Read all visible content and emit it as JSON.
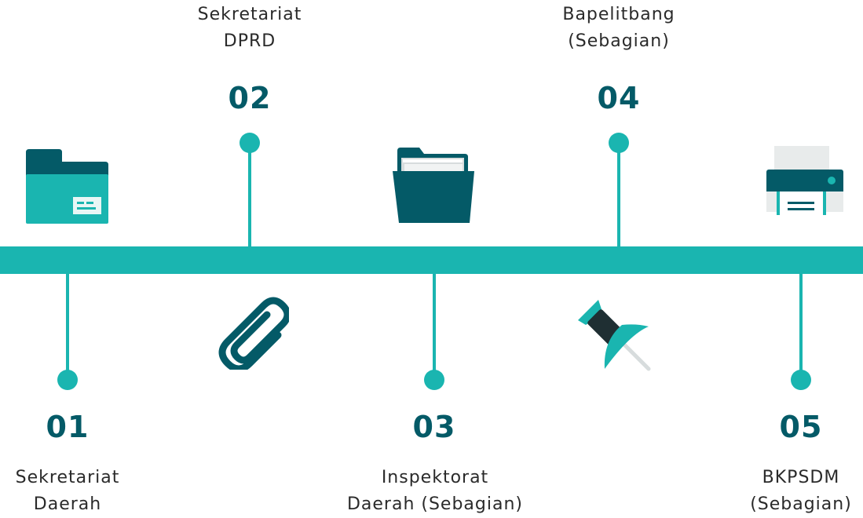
{
  "colors": {
    "teal": "#1ab5b0",
    "dark_teal": "#045a67",
    "text": "#2a2a2a"
  },
  "milestones": [
    {
      "number": "01",
      "label_line1": "Sekretariat",
      "label_line2": "Daerah"
    },
    {
      "number": "02",
      "label_line1": "Sekretariat",
      "label_line2": "DPRD"
    },
    {
      "number": "03",
      "label_line1": "Inspektorat",
      "label_line2": "Daerah (Sebagian)"
    },
    {
      "number": "04",
      "label_line1": "Bapelitbang",
      "label_line2": "(Sebagian)"
    },
    {
      "number": "05",
      "label_line1": "BKPSDM",
      "label_line2": "(Sebagian)"
    }
  ],
  "icons": [
    "folder-icon",
    "paperclip-icon",
    "open-folder-icon",
    "pushpin-icon",
    "printer-icon"
  ]
}
